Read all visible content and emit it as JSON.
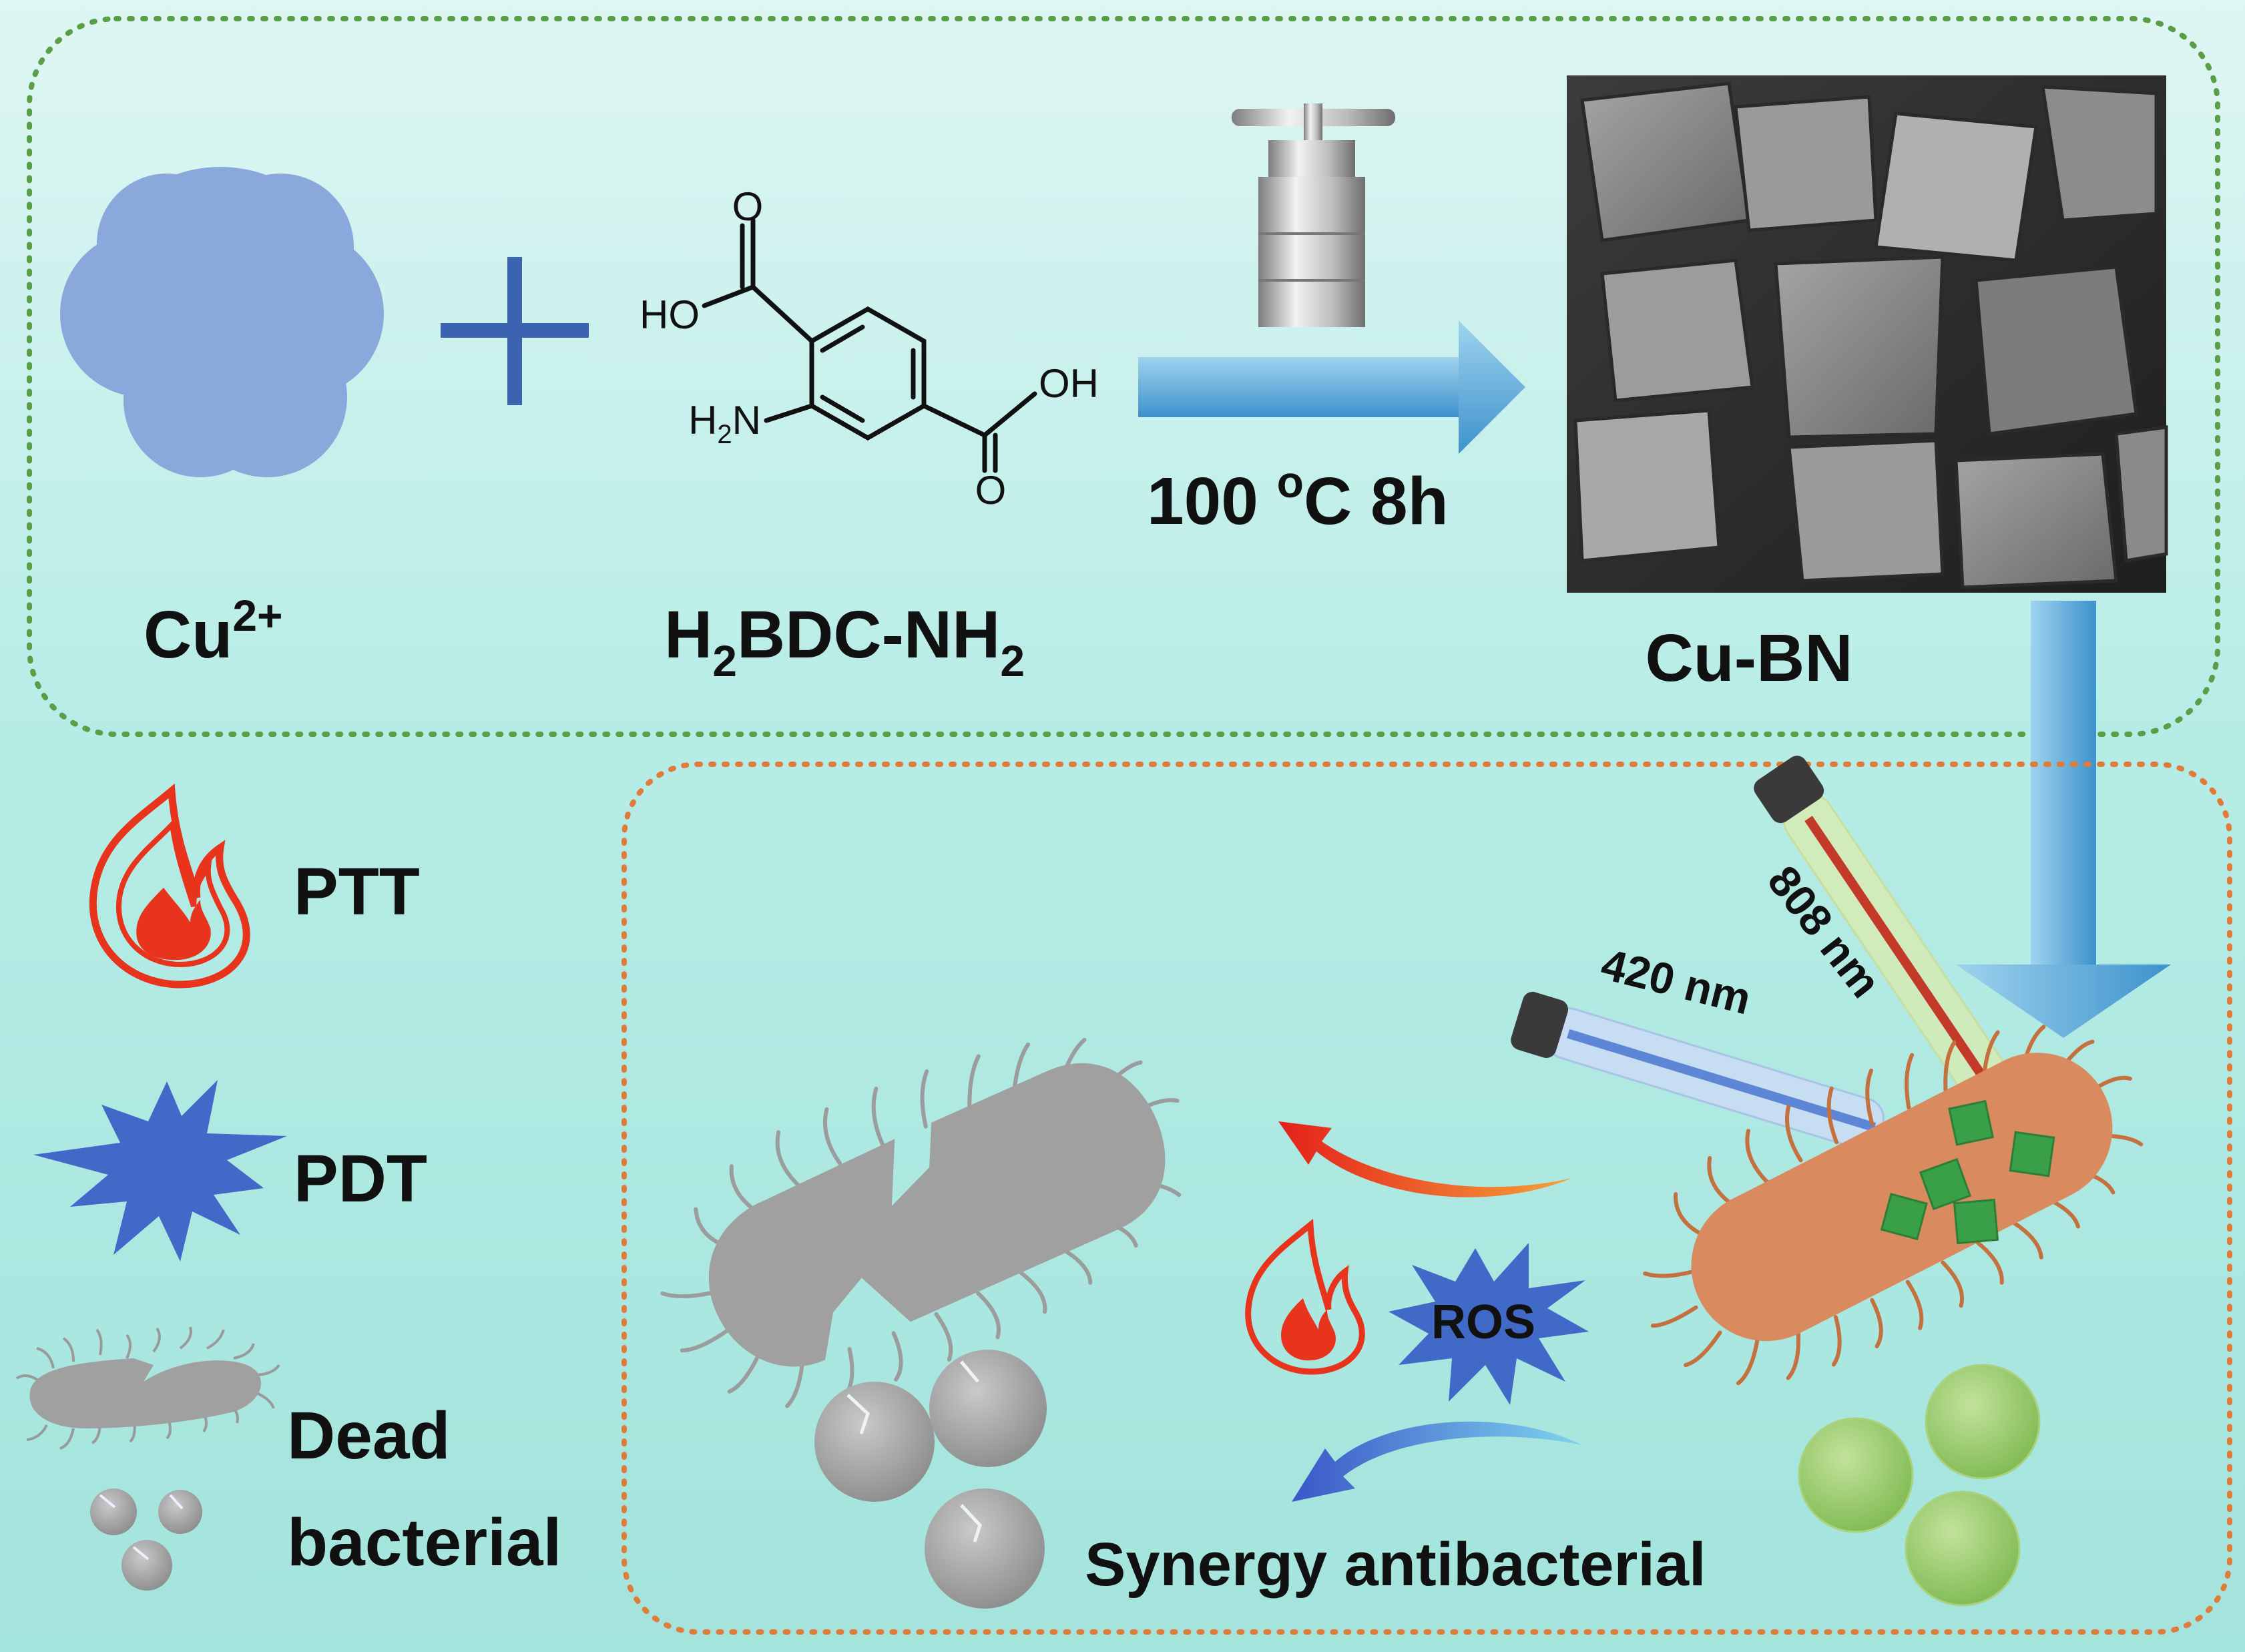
{
  "synthesis": {
    "metal": {
      "label": "Cu",
      "charge": "2+"
    },
    "ligand": {
      "label_parts": [
        "H",
        "2",
        "BDC-NH",
        "2"
      ],
      "structure_labels": {
        "carbonyl_o": "O",
        "hydroxyl": "HO",
        "amine": "H",
        "amine_sub": "2",
        "amine_n": "N",
        "hydroxyl2": "OH"
      }
    },
    "condition": {
      "temp": "100 ",
      "unit_sup": "o",
      "rest": "C 8h"
    },
    "product": "Cu-BN"
  },
  "legend": [
    {
      "id": "ptt",
      "label": "PTT",
      "icon": "flame-icon"
    },
    {
      "id": "pdt",
      "label": "PDT",
      "icon": "starburst-icon"
    },
    {
      "id": "dead",
      "label_line1": "Dead",
      "label_line2": "bacterial",
      "icon": "dead-bacterium-icon"
    }
  ],
  "treatment": {
    "laser_nir": "808 nm",
    "laser_vis": "420 nm",
    "ros": "ROS",
    "outcome": "Synergy antibacterial"
  },
  "colors": {
    "synthesis_border": "#5a9e48",
    "treatment_border": "#e07b39",
    "cu_cloud": "#8ba8dc",
    "plus": "#3b63b0",
    "arrow": "#4f9fd4",
    "live_bacterium": "#d98a5f",
    "dead_bacterium": "#a0a0a0",
    "pdt": "#4169c8",
    "flame": "#e8341c",
    "cube": "#3aa048"
  }
}
